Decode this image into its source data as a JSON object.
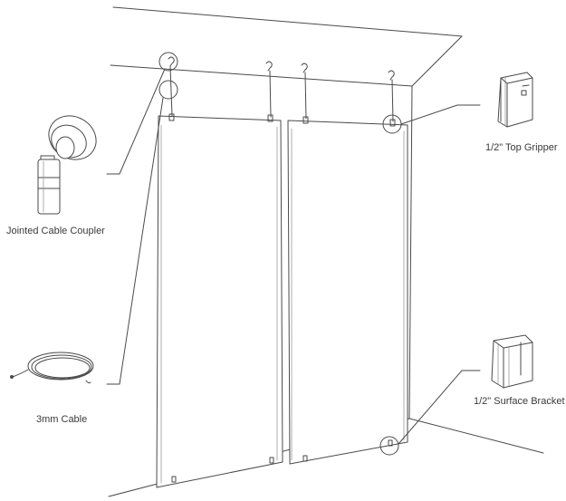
{
  "labels": {
    "jointed_cable_coupler": "Jointed Cable Coupler",
    "cable": "3mm Cable",
    "top_gripper": "1/2\" Top Gripper",
    "surface_bracket": "1/2\" Surface Bracket"
  },
  "colors": {
    "line": "#4a4a4a",
    "light_line": "#8a8a8a",
    "text": "#3a3a3a",
    "background": "#ffffff"
  }
}
